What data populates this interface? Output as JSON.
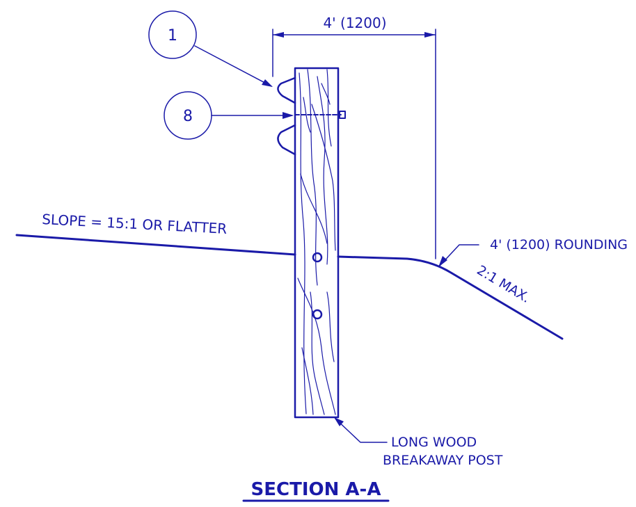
{
  "title": "SECTION A-A",
  "dimension_label": "4' (1200)",
  "callouts": [
    {
      "id": "callout-1",
      "number": "1"
    },
    {
      "id": "callout-8",
      "number": "8"
    }
  ],
  "labels": {
    "slope_left": "SLOPE = 15:1 OR FLATTER",
    "rounding": "4' (1200) ROUNDING",
    "slope_right": "2:1 MAX.",
    "post_line1": "LONG WOOD",
    "post_line2": "BREAKAWAY POST"
  },
  "colors": {
    "ink": "#1a1aa8",
    "background": "#ffffff"
  }
}
